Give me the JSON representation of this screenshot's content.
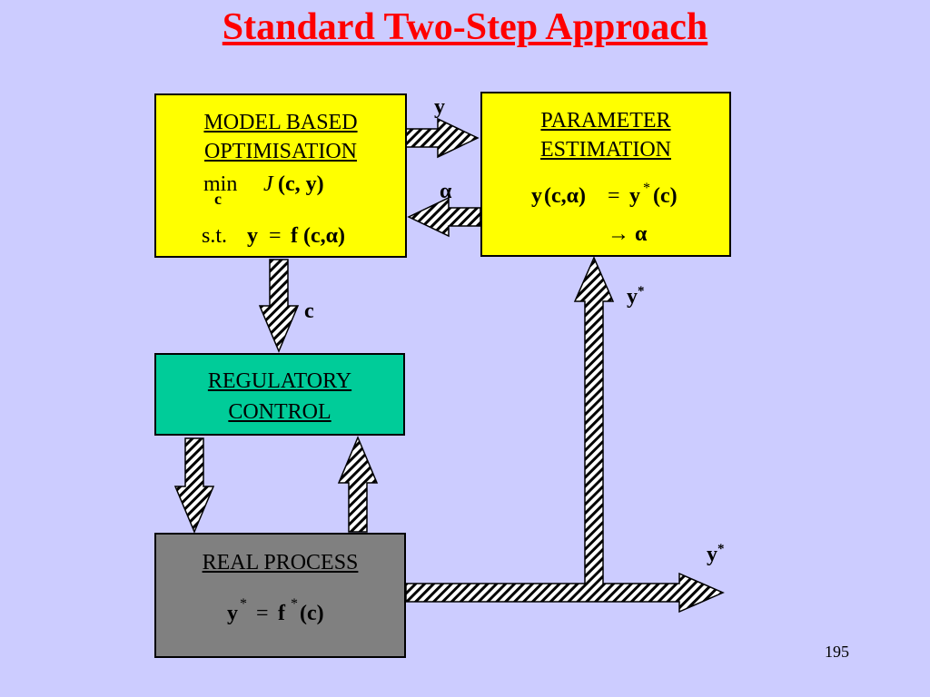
{
  "slide": {
    "title": "Standard Two-Step Approach",
    "page_number": "195"
  },
  "colors": {
    "background": "#ccccff",
    "title": "#ff0000",
    "model_box": "#ffff00",
    "estimation_box": "#ffff00",
    "regulatory_box": "#00cc99",
    "process_box": "#808080",
    "arrow_fill": "hatched-white-black"
  },
  "boxes": {
    "model": {
      "line1": "MODEL BASED",
      "line2": "OPTIMISATION",
      "min": "min",
      "min_var": "c",
      "objective_J": "J",
      "objective_args": "(c, y)",
      "st": "s.t.",
      "constraint_lhs": "y",
      "constraint_eq": "=",
      "constraint_f": "f",
      "constraint_args": "(c,α)"
    },
    "estimation": {
      "line1": "PARAMETER",
      "line2": "ESTIMATION",
      "eq_lhs_y": "y",
      "eq_lhs_args": "(c,α)",
      "eq_eq": "=",
      "eq_rhs_y": "y",
      "eq_rhs_star": "*",
      "eq_rhs_args": "(c)",
      "result_arrow": "→",
      "result_var": "α"
    },
    "regulatory": {
      "line1": "REGULATORY",
      "line2": "CONTROL"
    },
    "process": {
      "line1": "REAL PROCESS",
      "eq_lhs_y": "y",
      "eq_lhs_star": "*",
      "eq_eq": "=",
      "eq_rhs_f": "f",
      "eq_rhs_star": "*",
      "eq_rhs_args": "(c)"
    }
  },
  "labels": {
    "y_top": "y",
    "alpha": "α",
    "c": "c",
    "ystar_mid_y": "y",
    "ystar_mid_star": "*",
    "ystar_right_y": "y",
    "ystar_right_star": "*"
  }
}
